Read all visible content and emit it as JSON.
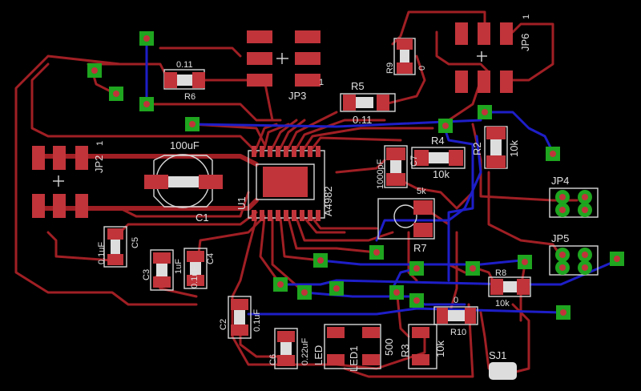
{
  "board": {
    "background": "#000000",
    "colors": {
      "top_copper": "#a01f24",
      "bottom_copper": "#1e1ec8",
      "via": "#1fa51f",
      "pad": "#c0343a",
      "silkscreen": "#d8d8d8"
    }
  },
  "labels": {
    "r6_value": "0.11",
    "r6": "R6",
    "r9": "R9",
    "r9_value": "0",
    "jp3": "JP3",
    "jp3_pin": "1",
    "r5": "R5",
    "r5_value": "0.11",
    "jp6": "JP6",
    "jp6_pin": "1",
    "jp2": "JP2",
    "jp2_pin": "1",
    "c1_value": "100uF",
    "c1": "C1",
    "u1": "U1",
    "u1_part": "A4982",
    "c7_value": "1000pF",
    "c7": "C7",
    "r4": "R4",
    "r4_value": "10k",
    "r2": "R2",
    "r2_value": "10k",
    "r7_value": "5k",
    "r7": "R7",
    "jp4": "JP4",
    "jp5": "JP5",
    "r8": "R8",
    "r8_value": "10k",
    "c5": "C5",
    "c5_value": "0.1uF",
    "c3": "C3",
    "c3_value": "1uF",
    "c4": "C4",
    "c4_value": "0.1uF",
    "c2": "C2",
    "c2_value": "0.1uF",
    "c6": "C6",
    "c6_value": "0.22uF",
    "led": "LED",
    "led1": "LED1",
    "r1_value": "500",
    "r3": "R3",
    "r3_value": "10k",
    "r10": "R10",
    "r10_value": "0",
    "sj1": "SJ1"
  }
}
